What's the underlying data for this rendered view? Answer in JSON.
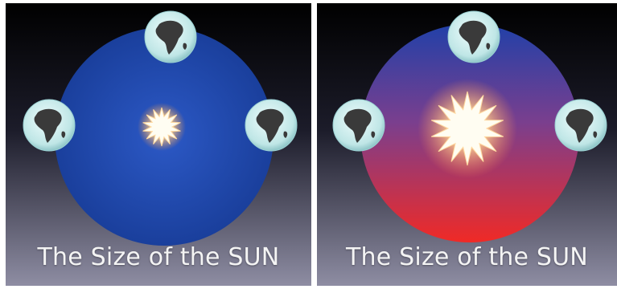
{
  "panels": [
    {
      "id": "left",
      "caption": "The Size of the SUN",
      "orbit_color": "blue",
      "sun_size": "small"
    },
    {
      "id": "right",
      "caption": "The Size of the SUN",
      "orbit_color": "blue-to-red",
      "sun_size": "large"
    }
  ],
  "colors": {
    "background_top": "#000000",
    "background_bottom": "#8b8aa0",
    "orbit_blue": "#1f47a8",
    "orbit_red": "#ee2a2a",
    "earth_ocean": "#cfeeee",
    "earth_land": "#3a3a3a",
    "sun_core": "#fffdf2",
    "sun_glow": "#ffb060",
    "caption_text": "#f4f4f4"
  },
  "icons": [
    "earth-icon",
    "sun-icon"
  ]
}
